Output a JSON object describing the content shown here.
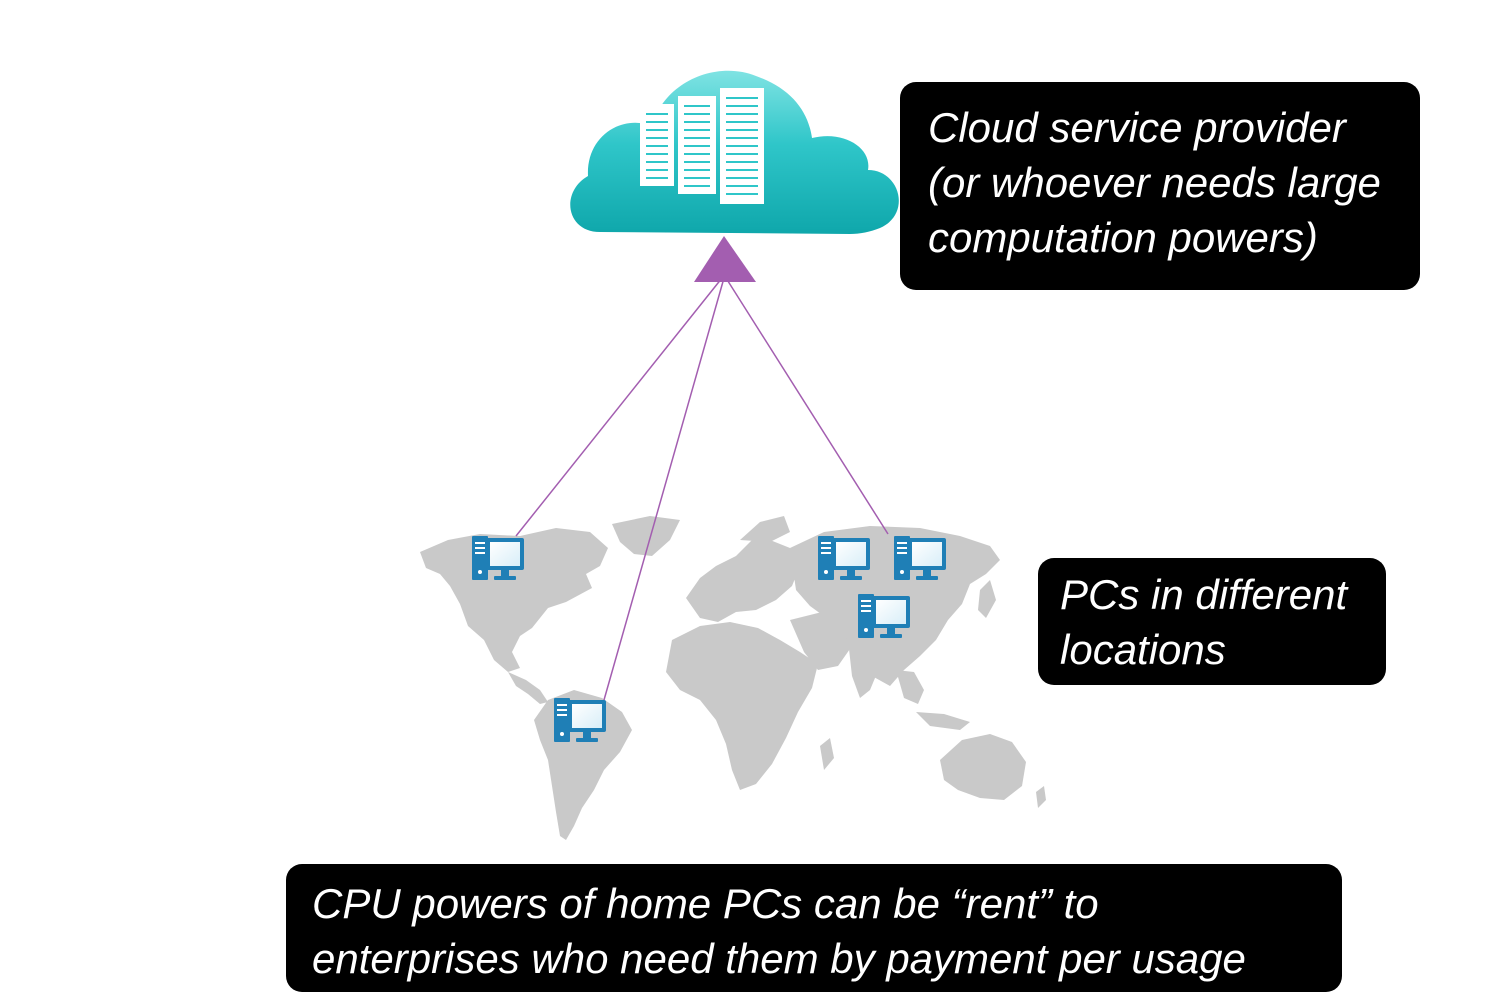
{
  "diagram": {
    "callouts": {
      "cloud_provider": {
        "line1": "Cloud service provider",
        "line2": "(or whoever needs large",
        "line3": "computation powers)"
      },
      "pcs_locations": {
        "line1": "PCs in different",
        "line2": "locations"
      },
      "rent_note": {
        "line1": "CPU powers of home PCs can be “rent” to",
        "line2": "enterprises who need them by payment per usage"
      }
    },
    "icons": {
      "cloud": "cloud-server-icon",
      "hub": "triangle-hub-icon",
      "pc": "desktop-pc-icon",
      "map": "world-map"
    },
    "colors": {
      "cloud": "#2ec4c8",
      "connector": "#a35eb0",
      "pc": "#1f7fb6",
      "map": "#c9c9c9",
      "callout_bg": "#000000",
      "callout_text": "#ffffff"
    }
  }
}
